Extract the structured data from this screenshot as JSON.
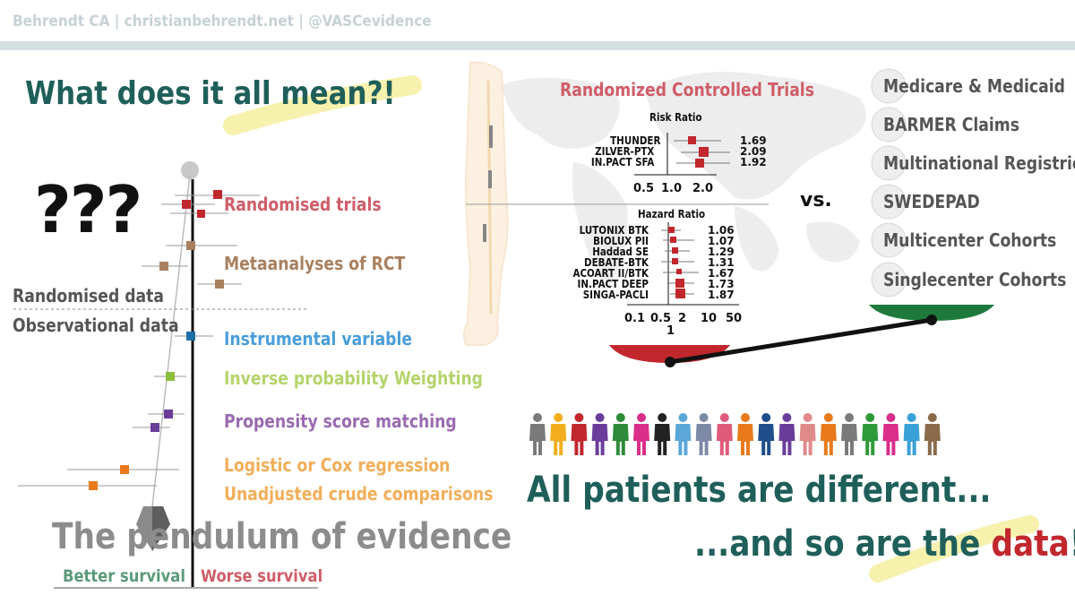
{
  "header": {
    "credit": "Behrendt CA | christianbehrendt.net | @VASCevidence"
  },
  "left": {
    "title": "What does it all mean?!",
    "question": "???",
    "randomised_data": "Randomised data",
    "observational_data": "Observational data",
    "pendulum_title": "The pendulum of evidence",
    "better_survival": "Better survival",
    "worse_survival": "Worse survival",
    "methods": [
      {
        "label": "Randomised trials",
        "color": "#cf5d68"
      },
      {
        "label": "Metaanalyses of RCT",
        "color": "#a9805f"
      },
      {
        "label": "Instrumental variable",
        "color": "#4a9ed8"
      },
      {
        "label": "Inverse probability Weighting",
        "color": "#b4d46a"
      },
      {
        "label": "Propensity score matching",
        "color": "#9a6ab0"
      },
      {
        "label": "Logistic or Cox regression",
        "color": "#f2ae59"
      },
      {
        "label": "Unadjusted crude comparisons",
        "color": "#f2ae59"
      }
    ]
  },
  "middle": {
    "rct_title": "Randomized Controlled Trials",
    "rr_label": "Risk Ratio",
    "rr_trials": [
      {
        "name": "THUNDER",
        "value": "1.69"
      },
      {
        "name": "ZILVER-PTX",
        "value": "2.09"
      },
      {
        "name": "IN.PACT SFA",
        "value": "1.92"
      }
    ],
    "rr_ticks": [
      "0.5",
      "1.0",
      "2.0"
    ],
    "hr_label": "Hazard Ratio",
    "hr_trials": [
      {
        "name": "LUTONIX BTK",
        "value": "1.06"
      },
      {
        "name": "BIOLUX PII",
        "value": "1.07"
      },
      {
        "name": "Haddad SE",
        "value": "1.29"
      },
      {
        "name": "DEBATE-BTK",
        "value": "1.31"
      },
      {
        "name": "ACOART II/BTK",
        "value": "1.67"
      },
      {
        "name": "IN.PACT DEEP",
        "value": "1.73"
      },
      {
        "name": "SINGA-PACLI",
        "value": "1.87"
      }
    ],
    "hr_ticks": [
      "0.1",
      "0.5",
      "2",
      "10",
      "50"
    ],
    "hr_one": "1",
    "vs": "vs."
  },
  "right": {
    "sources": [
      "Medicare & Medicaid",
      "BARMER Claims",
      "Multinational Registries",
      "SWEDEPAD",
      "Multicenter Cohorts",
      "Singlecenter Cohorts"
    ]
  },
  "bottom": {
    "line1": "All patients are different...",
    "line2_prefix": "...and so are the ",
    "line2_highlight": "data",
    "line2_suffix": "!",
    "people_colors": [
      "#7a7a7a",
      "#f2ae1c",
      "#c1272d",
      "#6a3d9a",
      "#2e8b3a",
      "#d92e8a",
      "#222222",
      "#5aa7d8",
      "#7d8aa6",
      "#e05a7a",
      "#e87a1c",
      "#1f4e8c",
      "#6a3d9a",
      "#e08a8a",
      "#e87a1c",
      "#7a7a7a",
      "#2e9b3a",
      "#d92e8a",
      "#3aa0d8",
      "#8a6a4a"
    ]
  }
}
